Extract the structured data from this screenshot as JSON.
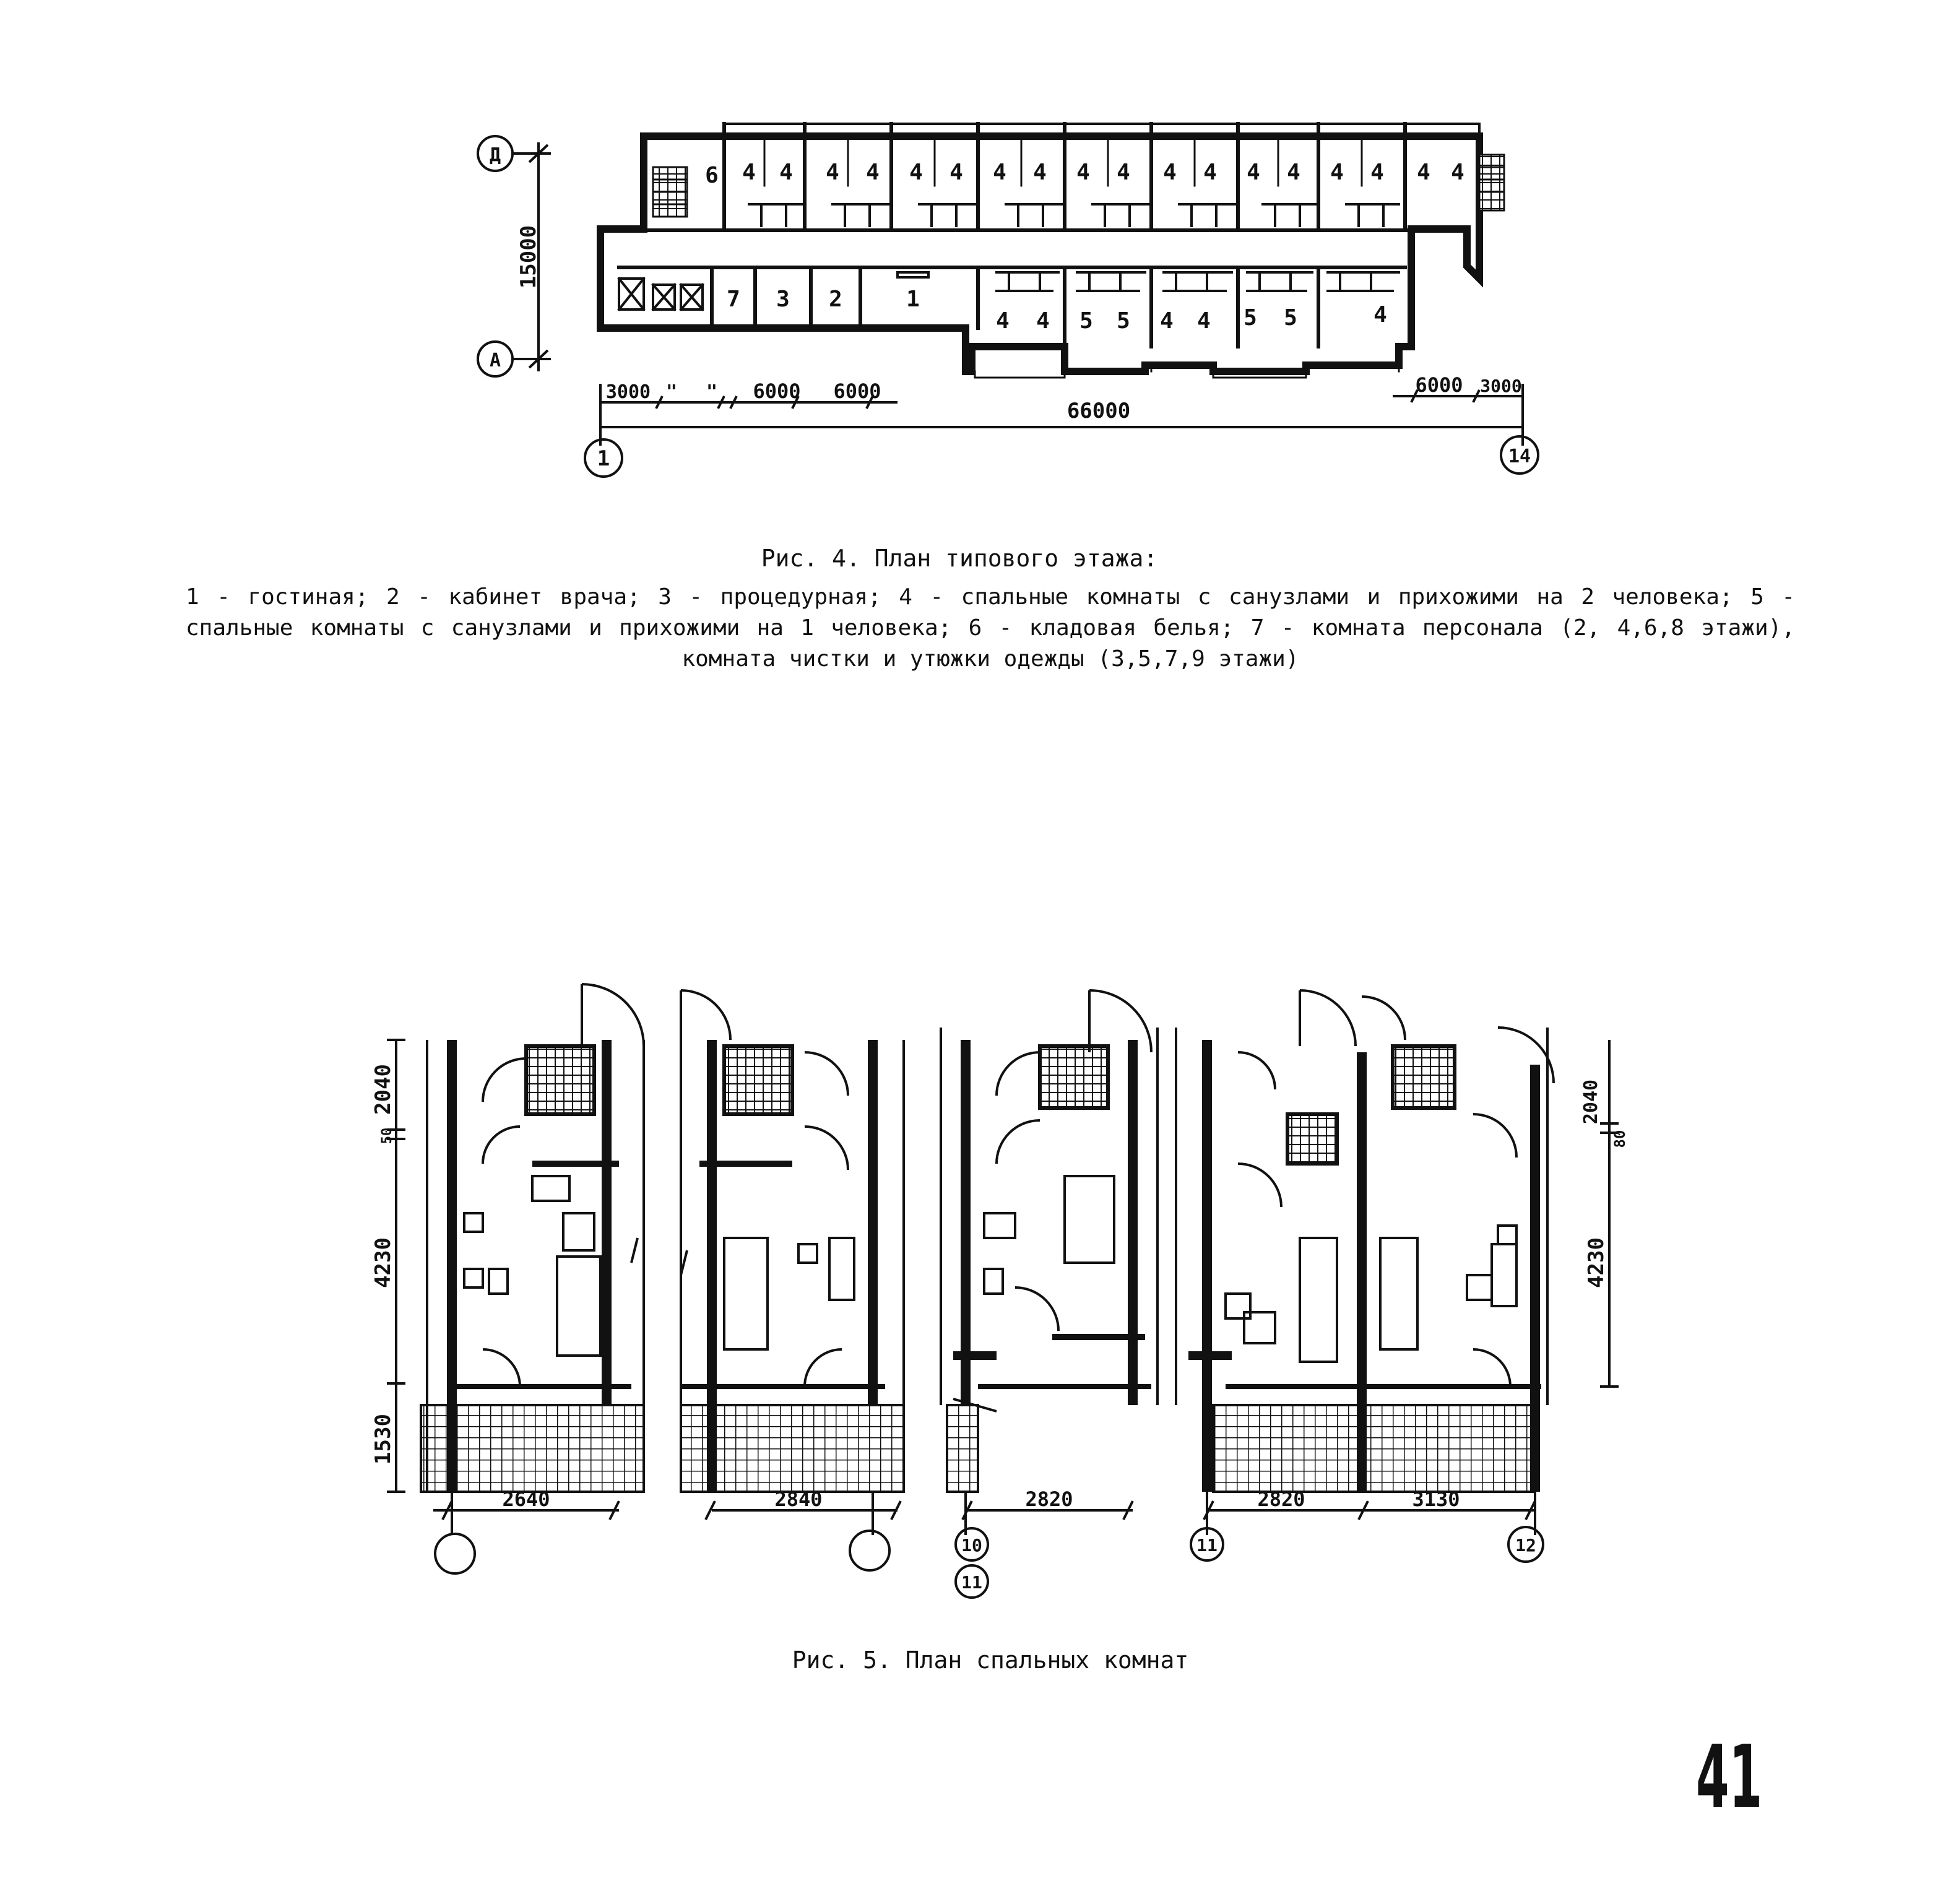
{
  "figure4": {
    "axes": {
      "a1": "Д",
      "a2": "А",
      "c1": "1",
      "c14": "14"
    },
    "dims": {
      "vertical": "15000",
      "d3000a": "3000",
      "dtick1": "\"",
      "dtick2": "\"",
      "d6000a": "6000",
      "d6000b": "6000",
      "total": "66000",
      "d6000c": "6000",
      "d3000b": "3000"
    },
    "rooms_top": [
      "6",
      "4",
      "4",
      "4",
      "4",
      "4",
      "4",
      "4",
      "4",
      "4",
      "4",
      "4",
      "4",
      "4",
      "4",
      "4",
      "4",
      "4",
      "4"
    ],
    "rooms_bottom": [
      "7",
      "3",
      "2",
      "1",
      "4",
      "4",
      "5",
      "5",
      "4",
      "4",
      "5",
      "5",
      "4"
    ],
    "caption_title": "Рис. 4. План типового этажа:",
    "caption_body": "1 - гостиная; 2 - кабинет врача; 3 - процедурная; 4 - спальные комнаты с санузлами и прихожими на 2 человека; 5 - спальные комнаты с санузлами и прихожими на 1 человека; 6 - кладовая белья; 7 - комната персонала (2, 4,6,8 этажи), комната чистки и утюжки одежды (3,5,7,9 этажи)"
  },
  "figure5": {
    "dims_left": {
      "d1": "2040",
      "d2": "50",
      "d3": "4230",
      "d4": "1530"
    },
    "dims_right": {
      "d1": "2040",
      "d2": "80",
      "d3": "4230"
    },
    "widths": [
      "2640",
      "2840",
      "2820",
      "2820",
      "3130"
    ],
    "axes": [
      "",
      "",
      "10",
      "11",
      "11",
      "12"
    ],
    "caption": "Рис. 5. План спальных комнат"
  },
  "page_number": "41"
}
